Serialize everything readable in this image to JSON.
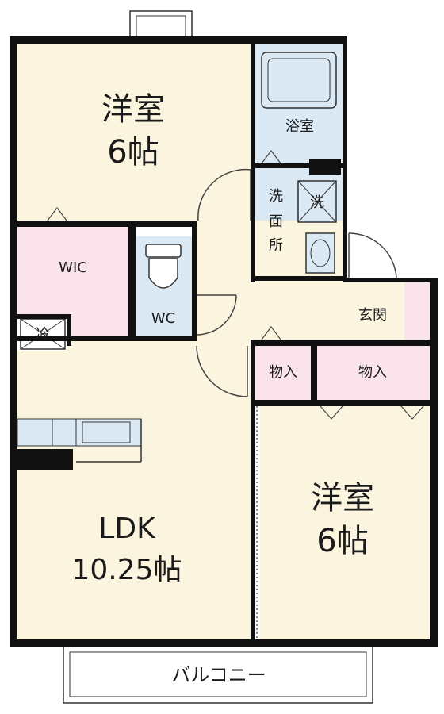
{
  "rooms": {
    "bedroom_top": {
      "name": "洋室",
      "size": "6帖"
    },
    "bath": {
      "name": "浴室"
    },
    "washroom": {
      "name_line1": "洗",
      "name_line2": "面",
      "name_line3": "所"
    },
    "washer": {
      "symbol": "洗"
    },
    "wic": {
      "name": "WIC"
    },
    "wc": {
      "name": "WC"
    },
    "fridge": {
      "symbol": "冷"
    },
    "entrance": {
      "name": "玄関"
    },
    "storage_left": {
      "name": "物入"
    },
    "storage_right": {
      "name": "物入"
    },
    "ldk": {
      "name": "LDK",
      "size": "10.25帖"
    },
    "bedroom_bottom": {
      "name": "洋室",
      "size": "6帖"
    },
    "balcony": {
      "name": "バルコニー"
    }
  },
  "colors": {
    "wall": "#111111",
    "living_floor": "#fbf4de",
    "wet_area": "#dbe9f5",
    "storage": "#fae3ea",
    "balcony": "#ffffff"
  }
}
